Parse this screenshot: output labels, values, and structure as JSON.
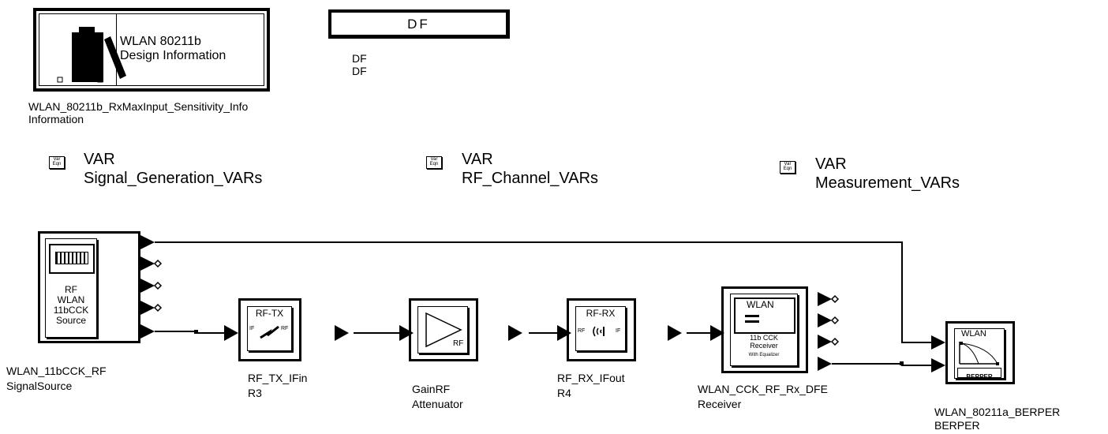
{
  "design_info": {
    "box_line1": "WLAN 80211b",
    "box_line2": "Design Information",
    "instance_name": "WLAN_80211b_RxMaxInput_Sensitivity_Info",
    "instance_type": "Information"
  },
  "df": {
    "box_label": "DF",
    "name": "DF",
    "type": "DF"
  },
  "vars": [
    {
      "icon_top": "Var",
      "icon_bottom": "Eqn",
      "title": "VAR",
      "name": "Signal_Generation_VARs"
    },
    {
      "icon_top": "Var",
      "icon_bottom": "Eqn",
      "title": "VAR",
      "name": "RF_Channel_VARs"
    },
    {
      "icon_top": "Var",
      "icon_bottom": "Eqn",
      "title": "VAR",
      "name": "Measurement_VARs"
    }
  ],
  "source": {
    "icon_text": [
      "RF",
      "WLAN",
      "11bCCK",
      "Source"
    ],
    "name": "WLAN_11bCCK_RF",
    "type": "SignalSource"
  },
  "rf_tx": {
    "icon_title": "RF-TX",
    "port_in": "IF",
    "port_out": "RF",
    "name": "RF_TX_IFin",
    "type": "R3"
  },
  "gain": {
    "icon_label": "RF",
    "name": "GainRF",
    "type": "Attenuator"
  },
  "rf_rx": {
    "icon_title": "RF-RX",
    "port_in": "RF",
    "port_out": "IF",
    "name": "RF_RX_IFout",
    "type": "R4"
  },
  "receiver": {
    "icon_title": "WLAN",
    "icon_text": [
      "11b CCK",
      "Receiver"
    ],
    "icon_small": "With Equalizer",
    "name": "WLAN_CCK_RF_Rx_DFE",
    "type": "Receiver"
  },
  "berper": {
    "icon_title": "WLAN",
    "icon_label": "BERPER",
    "name": "WLAN_80211a_BERPER",
    "type": "BERPER"
  }
}
